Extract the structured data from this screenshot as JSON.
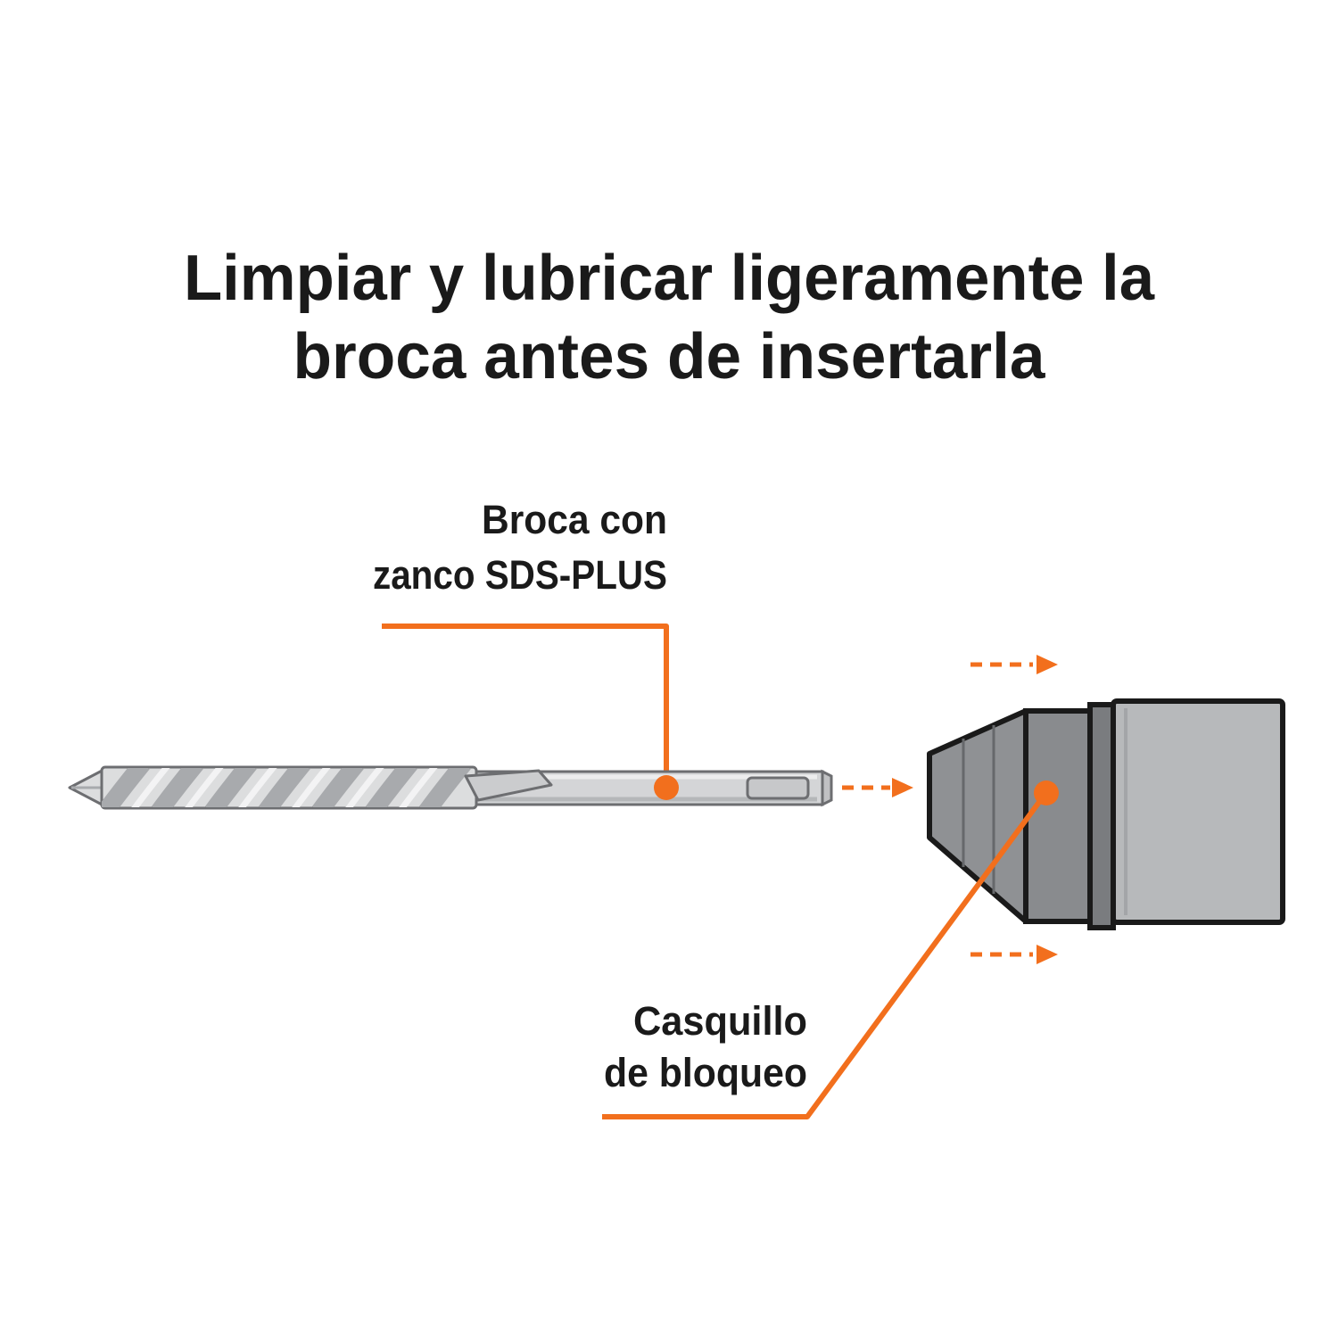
{
  "title": {
    "line1": "Limpiar y lubricar ligeramente la",
    "line2": "broca antes de insertarla"
  },
  "callouts": {
    "bit": {
      "line1": "Broca con",
      "line2": "zanco SDS-PLUS"
    },
    "sleeve": {
      "line1": "Casquillo",
      "line2": "de bloqueo"
    }
  },
  "icons": {
    "insertion_arrows": "dashed-right-arrow",
    "callout_marker": "filled-circle-dot"
  },
  "colors": {
    "accent": "#F26F1D",
    "text": "#1A1A1A",
    "background": "#FFFFFF",
    "bit_light": "#DCDDDE",
    "bit_mid": "#A8AAAD",
    "bit_outline": "#6D6E71",
    "chuck_nose": "#8F9194",
    "chuck_collar": "#898B8E",
    "chuck_ring": "#7A7C7F",
    "chuck_body": "#B7B9BB",
    "chuck_outline": "#1A1A1A"
  }
}
